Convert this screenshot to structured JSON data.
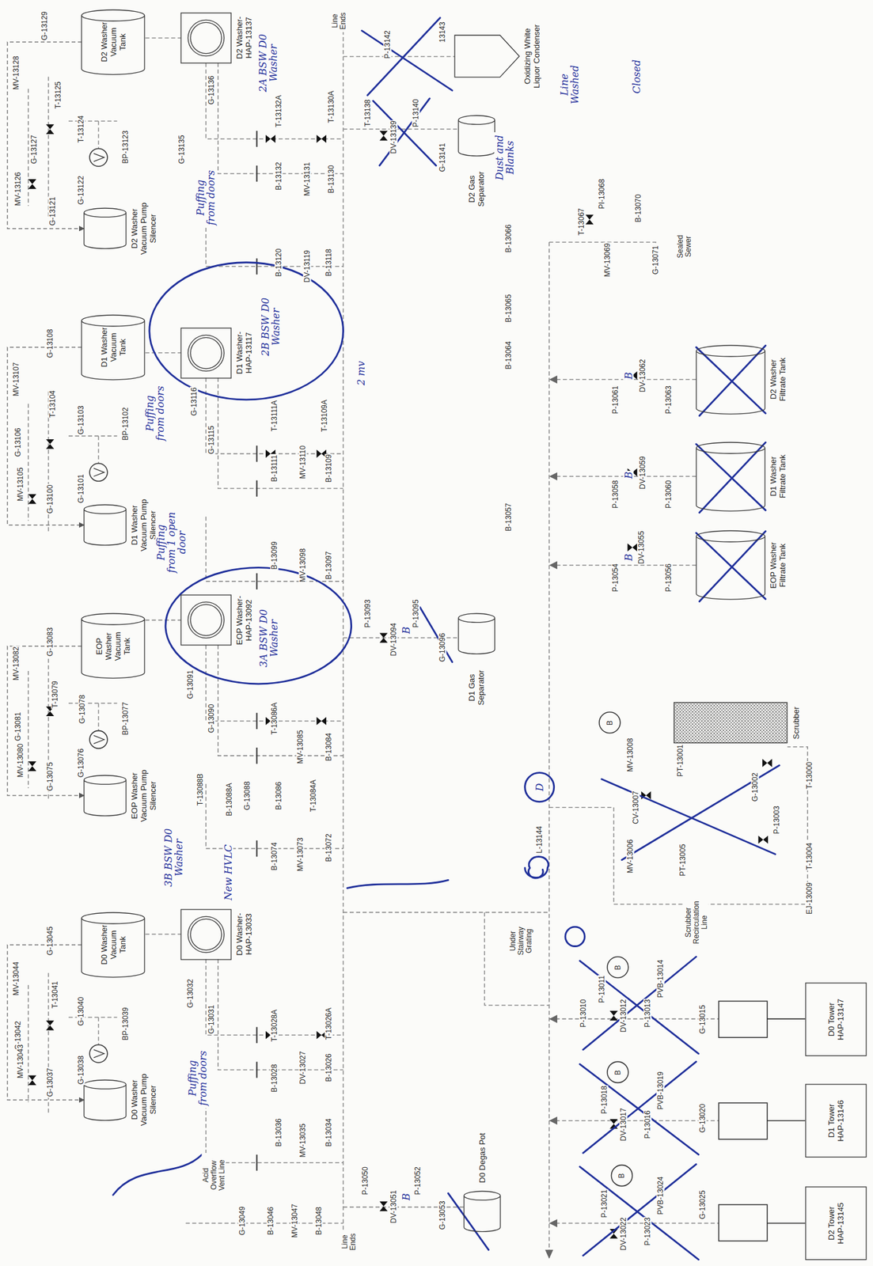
{
  "diagram": {
    "nodes": [
      {
        "text": [
          "D2 Washer Vacuum Tank"
        ]
      },
      {
        "text": [
          "D2 Washer-HAP-13137"
        ]
      },
      {
        "text": [
          "Oxidizing White Liquor Condenser"
        ]
      },
      {
        "text": [
          "D2 Washer Vacuum Pump Silencer"
        ]
      },
      {
        "text": [
          "D2 Gas Separator"
        ]
      },
      {
        "text": [
          "D1 Washer Vacuum Tank"
        ]
      },
      {
        "text": [
          "D1 Washer-HAP-13117"
        ]
      },
      {
        "text": [
          "D1 Washer Vacuum Pump Silencer"
        ]
      },
      {
        "text": [
          "D2 Washer Filtrate Tank"
        ]
      },
      {
        "text": [
          "D1 Washer Filtrate Tank"
        ]
      },
      {
        "text": [
          "EOP Washer Filtrate Tank"
        ]
      },
      {
        "text": [
          "EOP Washer Vacuum Tank"
        ]
      },
      {
        "text": [
          "EOP Washer-HAP-13092"
        ]
      },
      {
        "text": [
          "D1 Gas Separator"
        ]
      },
      {
        "text": [
          "EOP Washer Vacuum Pump Silencer"
        ]
      },
      {
        "text": [
          "Scrubber"
        ]
      },
      {
        "text": [
          "D0 Washer Vacuum Tank"
        ]
      },
      {
        "text": [
          "D0 Washer-HAP-13033"
        ]
      },
      {
        "text": [
          "D0 Washer Vacuum Pump Silencer"
        ]
      },
      {
        "text": [
          "D0 Degas Pot"
        ]
      },
      {
        "text": [
          "D0 Tower",
          "HAP-13147"
        ]
      },
      {
        "text": [
          "D1 Tower",
          "HAP-13146"
        ]
      },
      {
        "text": [
          "D2 Tower",
          "HAP-13145"
        ]
      }
    ],
    "edges": [
      {
        "from": 0,
        "to": 3,
        "arrow": "to"
      },
      {
        "from": 5,
        "to": 7,
        "arrow": "to"
      },
      {
        "from": 11,
        "to": 14,
        "arrow": "to"
      },
      {
        "from": 16,
        "to": 18,
        "arrow": "to"
      }
    ],
    "labels": [
      "G-13129",
      "MV-13128",
      "T-13125",
      "G-13127",
      "T-13124",
      "BP-13123",
      "MV-13126",
      "G-13122",
      "G-13121",
      "G-13136",
      "G-13135",
      "T-13132A",
      "T-13130A",
      "B-13132",
      "MV-13131",
      "B-13130",
      "B-13120",
      "DV-13119",
      "B-13118",
      "Line Ends",
      "P-13142",
      "13143",
      "T-13138",
      "DV-13139",
      "P-13140",
      "G-13141",
      "B-13066",
      "T-13067",
      "PI-13068",
      "B-13070",
      "MV-13069",
      "G-13071",
      "Sealed Sewer",
      "G-13108",
      "MV-13107",
      "T-13104",
      "G-13106",
      "G-13103",
      "BP-13102",
      "MV-13105",
      "G-13101",
      "G-13100",
      "G-13116",
      "G-13115",
      "T-13111A",
      "T-13109A",
      "B-13111",
      "MV-13110",
      "B-13109",
      "B-13099",
      "MV-13098",
      "B-13097",
      "B-13065",
      "B-13064",
      "DV-13062",
      "P-13061",
      "P-13063",
      "DV-13059",
      "P-13058",
      "P-13060",
      "B-13057",
      "DV-13055",
      "P-13054",
      "P-13056",
      "G-13083",
      "MV-13082",
      "T-13079",
      "G-13081",
      "G-13078",
      "BP-13077",
      "MV-13080",
      "G-13076",
      "G-13075",
      "G-13091",
      "G-13090",
      "T-13086A",
      "MV-13085",
      "B-13084",
      "T-13088B",
      "B-13088A",
      "G-13088",
      "B-13086",
      "T-13084A",
      "B-13074",
      "MV-13073",
      "B-13072",
      "P-13093",
      "DV-13094",
      "P-13095",
      "G-13096",
      "MV-13008",
      "PT-13001",
      "G-13002",
      "T-13000",
      "CV-13007",
      "P-13003",
      "MV-13006",
      "PT-13005",
      "T-13004",
      "EJ-13009",
      "Scrubber Recirculation Line",
      "L-13144",
      "Under Stairway Grating",
      "G-13045",
      "MV-13044",
      "T-13041",
      "G-13042",
      "G-13040",
      "BP-13039",
      "MV-13043",
      "G-13038",
      "G-13037",
      "G-13032",
      "G-13031",
      "T-13028A",
      "T-13026A",
      "B-13028",
      "DV-13027",
      "B-13026",
      "B-13036",
      "MV-13035",
      "B-13034",
      "Acid Overflow Vent Line",
      "G-13049",
      "B-13046",
      "MV-13047",
      "B-13048",
      "Line Ends",
      "P-13050",
      "DV-13051",
      "P-13052",
      "G-13053",
      "P-13010",
      "P-13011",
      "DV-13012",
      "P-13013",
      "PVB-13014",
      "G-13015",
      "P-13018",
      "DV-13017",
      "P-13016",
      "PVB-13019",
      "G-13020",
      "P-13021",
      "DV-13022",
      "P-13023",
      "PVB-13024",
      "G-13025",
      "B",
      "B",
      "B",
      "B",
      "2A BSW D0 Washer",
      "Puffing from doors",
      "Line Washed",
      "Closed",
      "Dust and Blanks",
      "2B BSW D0 Washer",
      "2 mv",
      "Puffing from doors",
      "Puffing from 1 open door",
      "3A BSW D0 Washer",
      "3B BSW D0 Washer",
      "New HVLC",
      "Puffing from doors",
      "B",
      "B",
      "B",
      "B",
      "B",
      "D"
    ]
  }
}
